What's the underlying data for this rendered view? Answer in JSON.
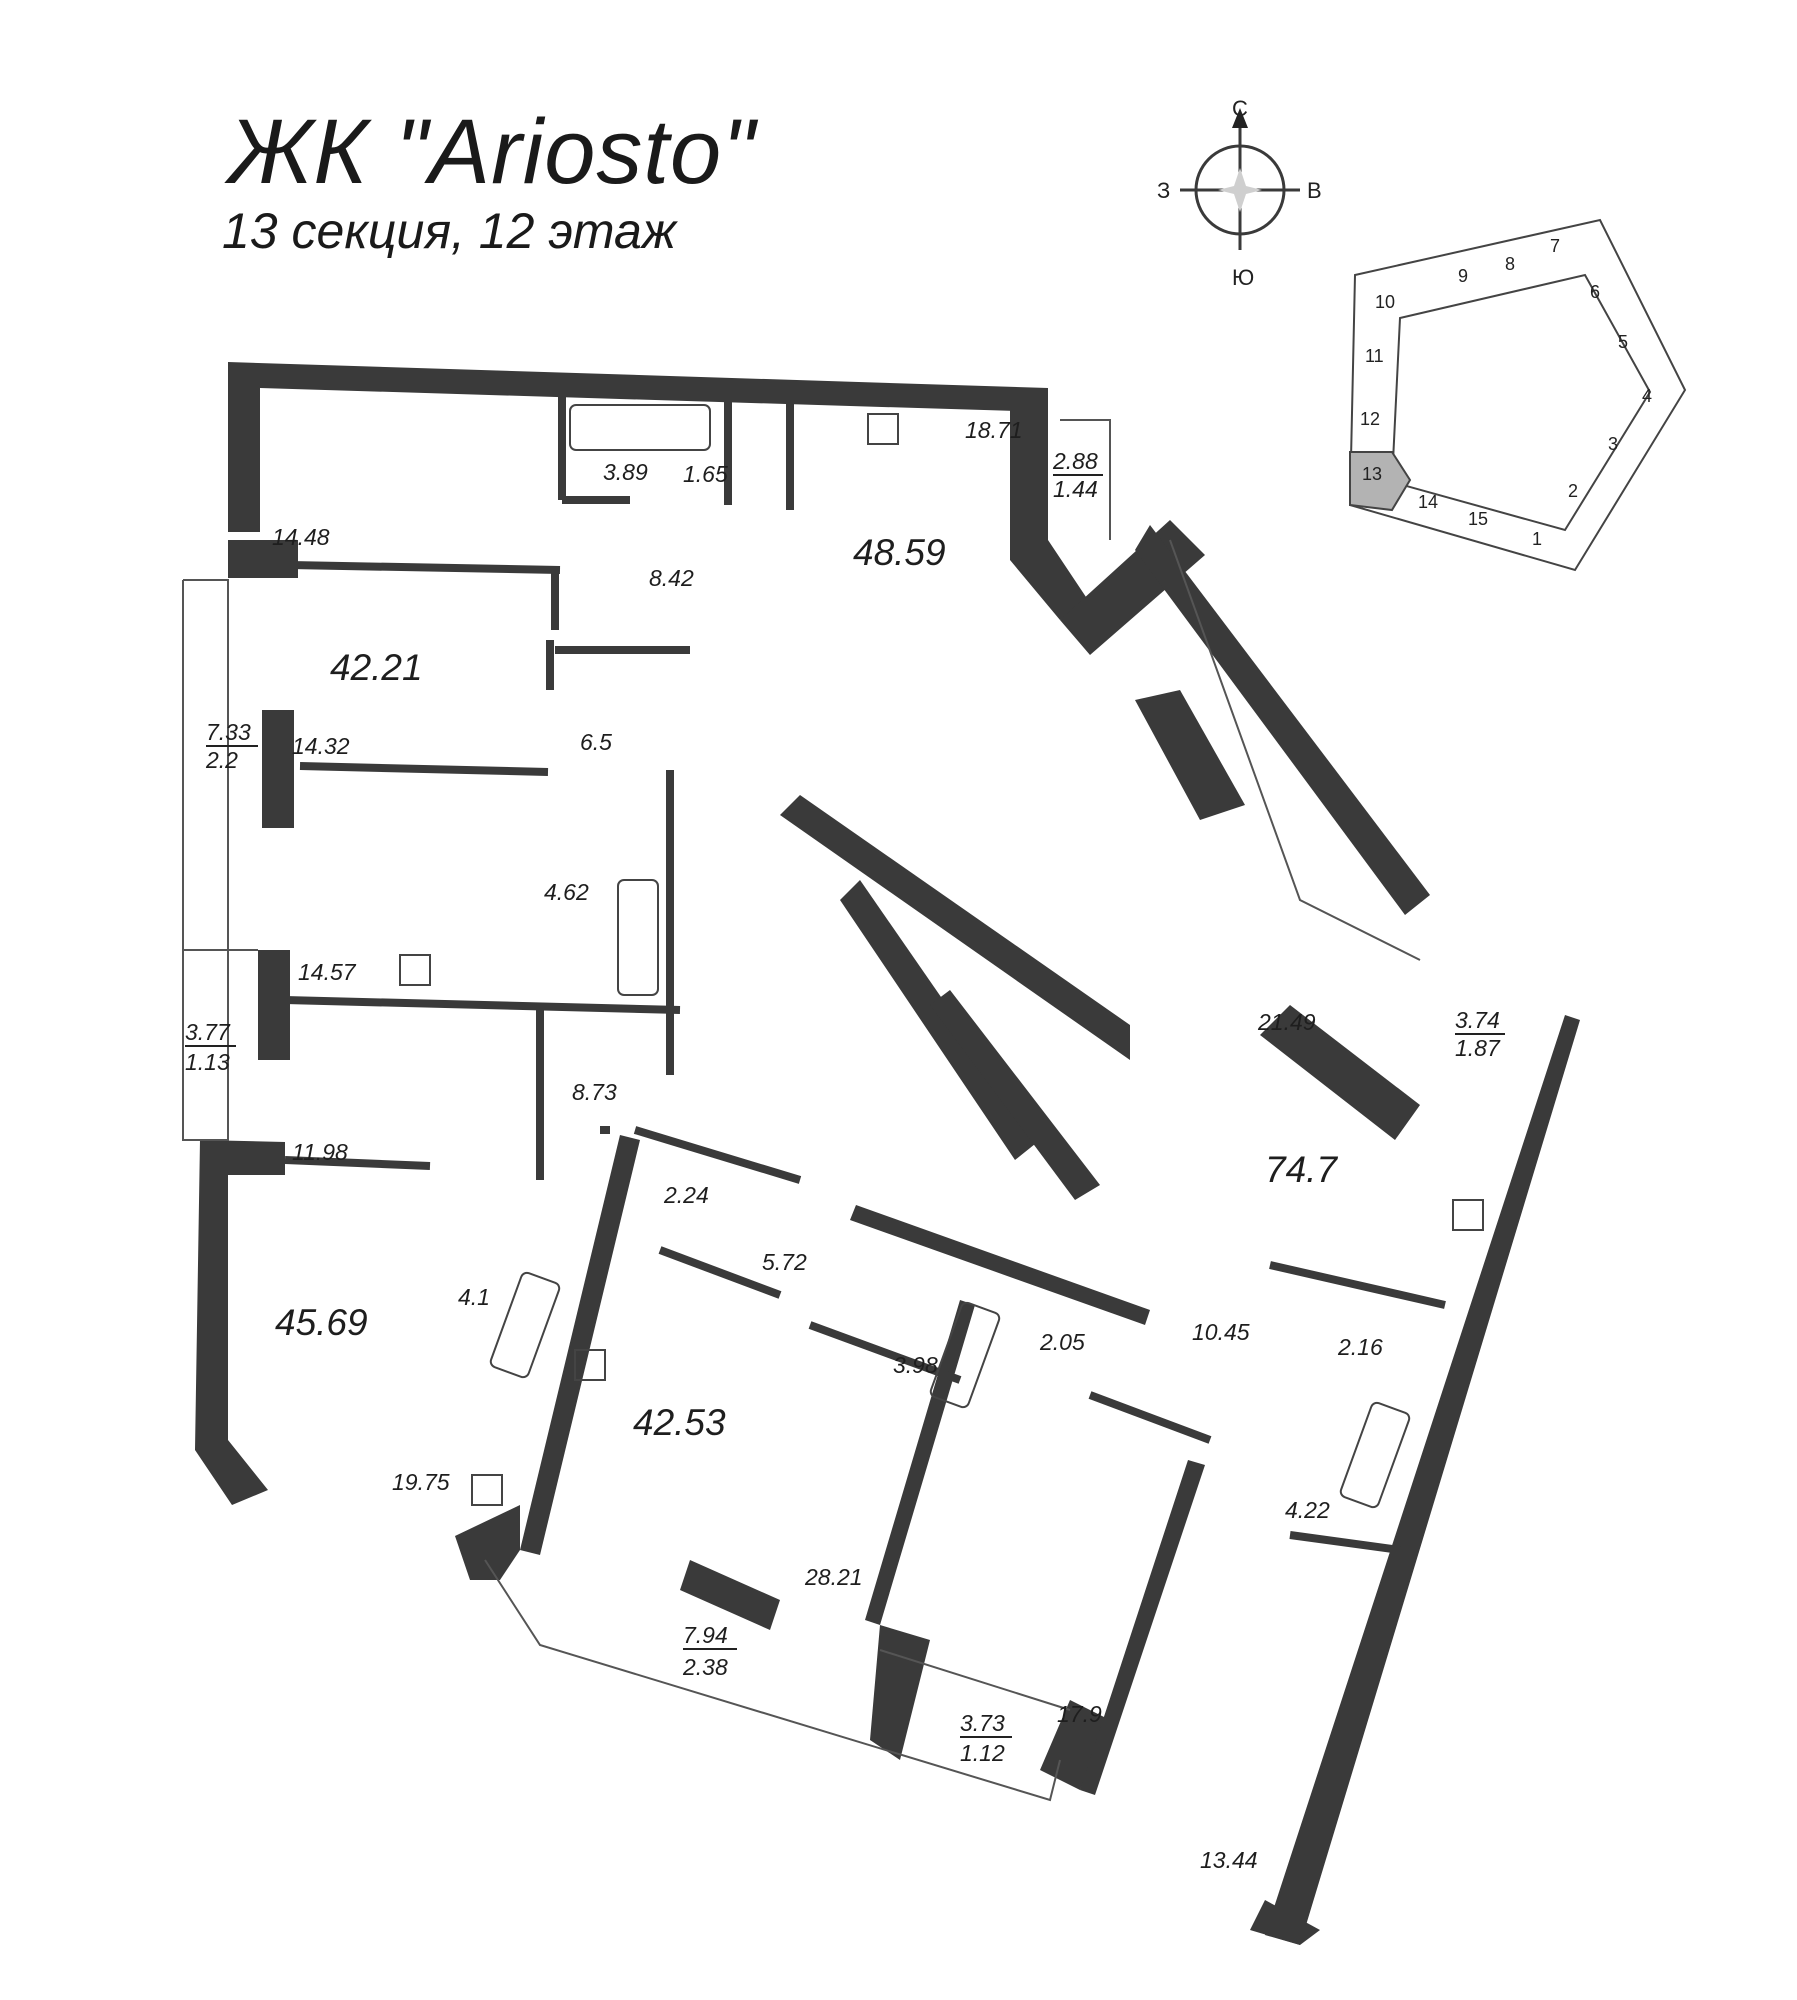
{
  "header": {
    "title": "ЖК \"Ariosto\"",
    "subtitle": "13 секция, 12 этаж"
  },
  "compass": {
    "north": "С",
    "south": "Ю",
    "west": "З",
    "east": "В"
  },
  "keyplan": {
    "sections": [
      "1",
      "2",
      "3",
      "4",
      "5",
      "6",
      "7",
      "8",
      "9",
      "10",
      "11",
      "12",
      "13",
      "14",
      "15"
    ],
    "highlighted": "13",
    "highlight_color": "#b3b3b3"
  },
  "apartments": {
    "a1": {
      "total": "48.59",
      "rooms": [
        "18.71",
        "14.48",
        "8.42",
        "3.89",
        "1.65"
      ],
      "balcony": [
        "2.88",
        "1.44"
      ]
    },
    "a2": {
      "total": "42.21",
      "rooms": [
        "14.32",
        "14.57",
        "6.5",
        "4.62"
      ],
      "balcony": [
        "7.33",
        "2.2"
      ]
    },
    "a3": {
      "total": "45.69",
      "rooms": [
        "11.98",
        "8.73",
        "19.75",
        "4.1"
      ],
      "balcony": [
        "3.77",
        "1.13"
      ]
    },
    "a4": {
      "total": "42.53",
      "rooms": [
        "28.21",
        "5.72",
        "2.24",
        "3.98"
      ],
      "balcony": [
        "7.94",
        "2.38"
      ]
    },
    "a5": {
      "total": "74.7",
      "rooms": [
        "21.49",
        "10.45",
        "2.16",
        "4.22",
        "2.05",
        "17.9",
        "13.44"
      ],
      "balcony": [
        "3.74",
        "1.87"
      ],
      "balcony2": [
        "3.73",
        "1.12"
      ]
    }
  },
  "colors": {
    "wall": "#3a3a3a",
    "text": "#1e1e1e"
  }
}
